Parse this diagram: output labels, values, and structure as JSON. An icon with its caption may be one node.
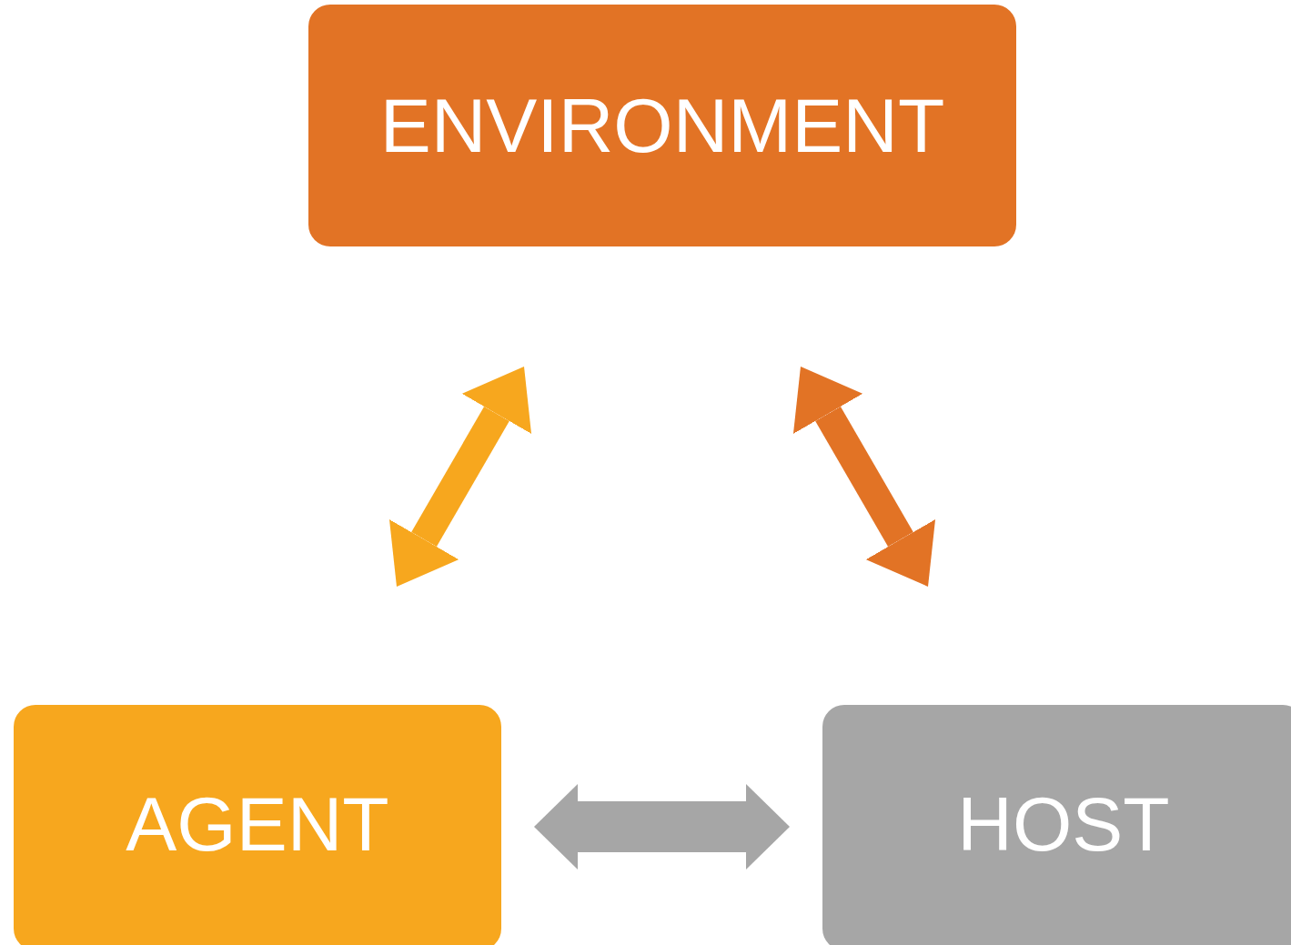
{
  "diagram": {
    "nodes": [
      {
        "text": [
          "ENVIRONMENT"
        ]
      },
      {
        "text": [
          "AGENT"
        ]
      },
      {
        "text": [
          "HOST"
        ]
      }
    ],
    "edges": [
      {
        "from": 1,
        "to": 0,
        "arrow": "both",
        "color": "#f7a71e"
      },
      {
        "from": 0,
        "to": 2,
        "arrow": "both",
        "color": "#e27325"
      },
      {
        "from": 1,
        "to": 2,
        "arrow": "both",
        "color": "#a6a6a6"
      }
    ]
  }
}
